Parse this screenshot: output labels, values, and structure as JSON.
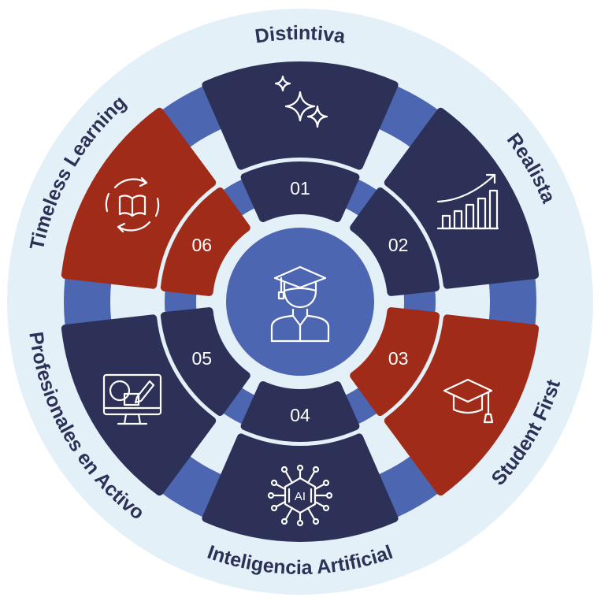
{
  "colors": {
    "ring": "#e4f0f8",
    "navy": "#2d3057",
    "red": "#a02b18",
    "blue": "#4d66b1",
    "white": "#ffffff"
  },
  "outer_segments": [
    {
      "label": "Distintiva",
      "icon": "sparkles-icon",
      "color": "navy"
    },
    {
      "label": "Realista",
      "icon": "growth-chart-icon",
      "color": "navy"
    },
    {
      "label": "Student First",
      "icon": "graduation-cap-icon",
      "color": "red"
    },
    {
      "label": "Inteligencia Artificial",
      "icon": "ai-chip-icon",
      "color": "navy"
    },
    {
      "label": "Profesionales en Activo",
      "icon": "monitor-drawing-icon",
      "color": "navy"
    },
    {
      "label": "Timeless Learning",
      "icon": "book-cycle-icon",
      "color": "red"
    }
  ],
  "inner_segments": [
    {
      "number": "01",
      "color": "navy"
    },
    {
      "number": "02",
      "color": "navy"
    },
    {
      "number": "03",
      "color": "red"
    },
    {
      "number": "04",
      "color": "navy"
    },
    {
      "number": "05",
      "color": "navy"
    },
    {
      "number": "06",
      "color": "red"
    }
  ],
  "center": {
    "icon": "student-graduate-icon"
  }
}
